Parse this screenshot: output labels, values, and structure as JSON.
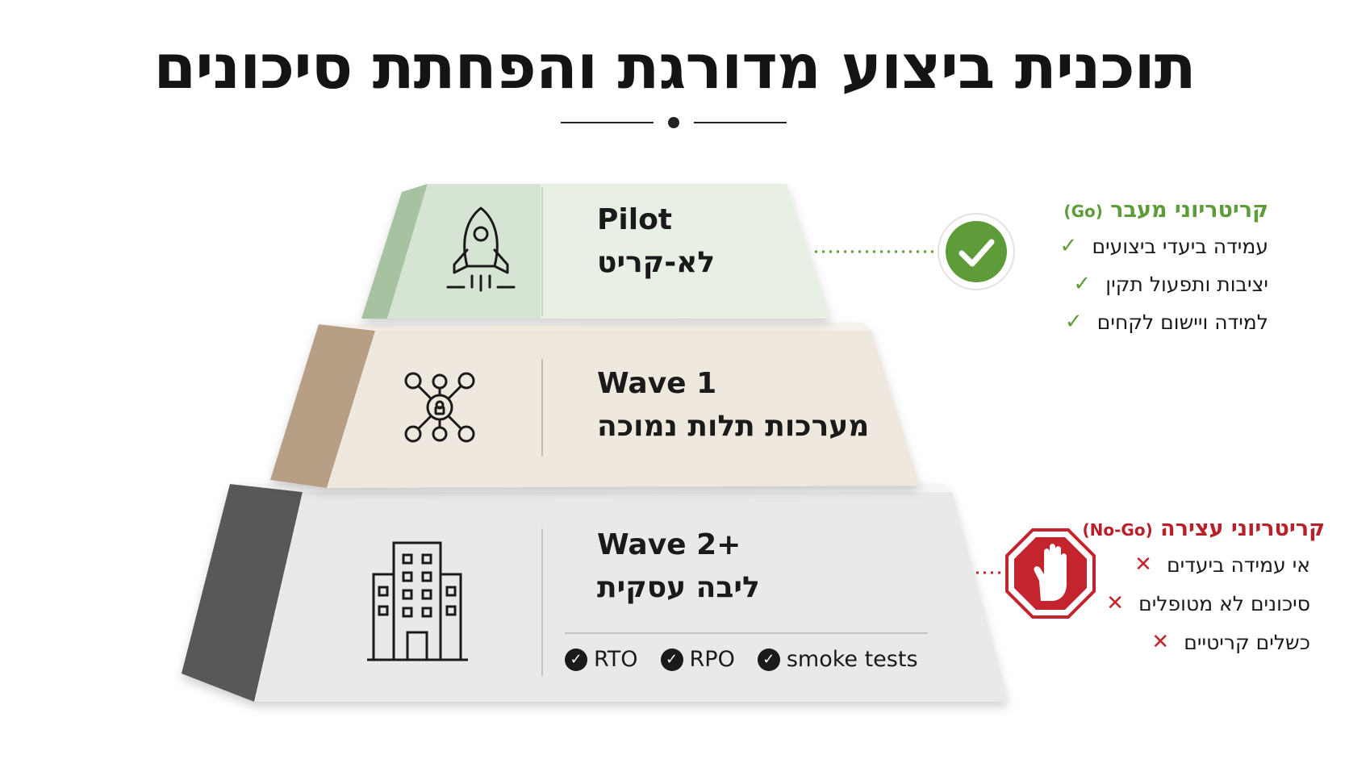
{
  "title": "תוכנית ביצוע מדורגת והפחתת סיכונים",
  "tiers": [
    {
      "name": "Pilot",
      "subtitle": "לא-קריט",
      "icon": "rocket-icon"
    },
    {
      "name": "Wave 1",
      "subtitle": "מערכות תלות נמוכה",
      "icon": "network-icon"
    },
    {
      "name": "Wave 2+",
      "subtitle": "ליבה עסקית",
      "icon": "building-icon"
    }
  ],
  "wave2_checks": [
    "RTO",
    "RPO",
    "smoke tests"
  ],
  "go_criteria": {
    "title": "קריטריוני מעבר",
    "tag": "(Go)",
    "items": [
      "עמידה ביעדי ביצועים",
      "יציבות ותפעול תקין",
      "למידה ויישום לקחים"
    ],
    "color": "#5e9b39",
    "icon": "checkmark-badge-icon"
  },
  "nogo_criteria": {
    "title": "קריטריוני עצירה",
    "tag": "(No-Go)",
    "items": [
      "אי עמידה ביעדים",
      "סיכונים לא מטופלים",
      "כשלים קריטיים"
    ],
    "color": "#c3242e",
    "icon": "stop-hand-icon"
  },
  "colors": {
    "pilot_face": "#e8f0e6",
    "pilot_side": "#a7c2a0",
    "wave1_face": "#efe8de",
    "wave1_side": "#b69f84",
    "wave2_face": "#e9e9e9",
    "wave2_side": "#585858"
  }
}
